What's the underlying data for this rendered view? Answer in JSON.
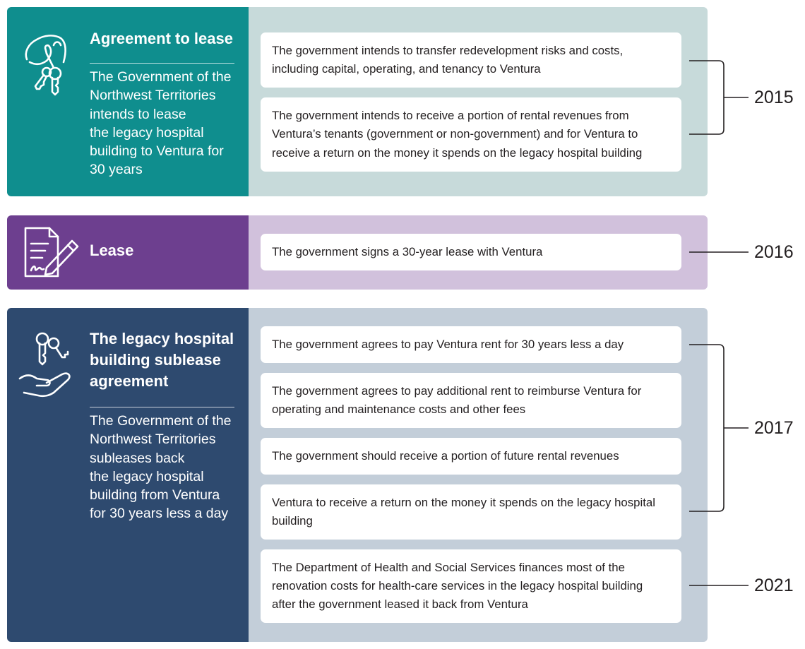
{
  "stages": [
    {
      "title": "Agreement to lease",
      "icon": "hand-holding-keys-icon",
      "description": "The Government of the Northwest Territories intends to lease the legacy hospital building to Ventura for 30 years",
      "description_lines": [
        "The Government of the",
        "Northwest Territories",
        "intends to lease",
        "the legacy hospital",
        "building to Ventura for",
        "30 years"
      ],
      "colors": {
        "dark": "#0f8e8e",
        "light": "#c7dada"
      },
      "items": [
        {
          "lines": [
            "The government intends to transfer redevelopment risks and costs,",
            "including capital, operating, and tenancy to Ventura"
          ]
        },
        {
          "lines": [
            "The government intends to receive a portion of rental revenues from",
            "Ventura’s tenants (government or non-government) and for Ventura to",
            "receive a return on the money it spends on the legacy hospital building"
          ]
        }
      ]
    },
    {
      "title": "Lease",
      "icon": "signed-document-pen-icon",
      "colors": {
        "dark": "#6d3f8f",
        "light": "#d1c1dc"
      },
      "items": [
        {
          "lines": [
            "The government signs a 30-year lease with Ventura"
          ]
        }
      ]
    },
    {
      "title": "The legacy hospital building sublease agreement",
      "title_lines": [
        "The legacy hospital",
        "building sublease",
        "agreement"
      ],
      "icon": "keys-over-open-hand-icon",
      "description": "The Government of the Northwest Territories subleases back the legacy hospital building from Ventura for 30 years less a day",
      "description_lines": [
        "The Government of the",
        "Northwest Territories",
        "subleases back",
        "the legacy hospital",
        "building from Ventura",
        "for 30 years less a day"
      ],
      "colors": {
        "dark": "#2e4a6f",
        "light": "#c3ced9"
      },
      "items": [
        {
          "lines": [
            "The government agrees to pay Ventura rent for 30 years less a day"
          ]
        },
        {
          "lines": [
            "The government agrees to pay additional rent to reimburse Ventura for",
            "operating and maintenance costs and other fees"
          ]
        },
        {
          "lines": [
            "The government should receive a portion of future rental revenues"
          ]
        },
        {
          "lines": [
            "Ventura to receive a return on the money it spends on the legacy hospital",
            "building"
          ]
        },
        {
          "lines": [
            "The Department of Health and Social Services finances most of the",
            "renovation costs for health-care services in the legacy hospital building",
            "after the government leased it back from Ventura"
          ]
        }
      ]
    }
  ],
  "years": [
    "2015",
    "2016",
    "2017",
    "2021"
  ]
}
